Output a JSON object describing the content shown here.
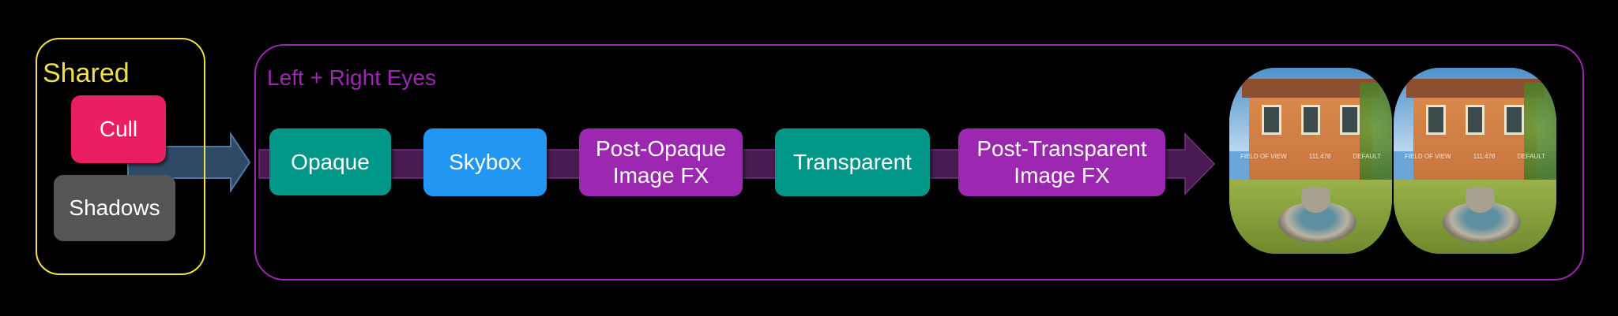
{
  "groups": {
    "shared": {
      "title": "Shared"
    },
    "eyes": {
      "title": "Left + Right Eyes"
    }
  },
  "shared_nodes": {
    "cull": {
      "label": "Cull",
      "color": "#e91e63"
    },
    "shadows": {
      "label": "Shadows",
      "color": "#555555"
    }
  },
  "pipeline": {
    "opaque": {
      "label": "Opaque",
      "color": "#009688"
    },
    "skybox": {
      "label": "Skybox",
      "color": "#2196f3"
    },
    "post_opaque": {
      "line1": "Post-Opaque",
      "line2": "Image FX",
      "color": "#9c27b0"
    },
    "transparent": {
      "label": "Transparent",
      "color": "#009688"
    },
    "post_transparent": {
      "line1": "Post-Transparent",
      "line2": "Image FX",
      "color": "#9c27b0"
    }
  },
  "colors": {
    "shared_border": "#f0e04a",
    "eyes_border": "#9c27b0",
    "connector_arrow": "#2e4a66",
    "pipeline_bar": "#4a1a52"
  },
  "vr_preview": {
    "left_eye": {
      "hud": [
        "FIELD OF VIEW",
        "111.478",
        "DEFAULT"
      ]
    },
    "right_eye": {
      "hud": [
        "FIELD OF VIEW",
        "111.478",
        "DEFAULT"
      ]
    }
  }
}
